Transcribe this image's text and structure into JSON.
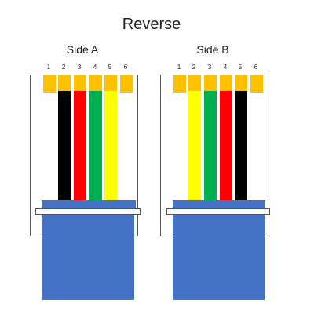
{
  "title": "Reverse",
  "colors": {
    "contact": "#ffc000",
    "jacket": "#4472c4",
    "black": "#000000",
    "red": "#ff0000",
    "green": "#00b050",
    "yellow": "#ffff00"
  },
  "side_a": {
    "label": "Side A",
    "pins": [
      "1",
      "2",
      "3",
      "4",
      "5",
      "6"
    ],
    "wires": [
      "black",
      "red",
      "green",
      "yellow"
    ]
  },
  "side_b": {
    "label": "Side B",
    "pins": [
      "1",
      "2",
      "3",
      "4",
      "5",
      "6"
    ],
    "wires": [
      "yellow",
      "green",
      "red",
      "black"
    ]
  }
}
